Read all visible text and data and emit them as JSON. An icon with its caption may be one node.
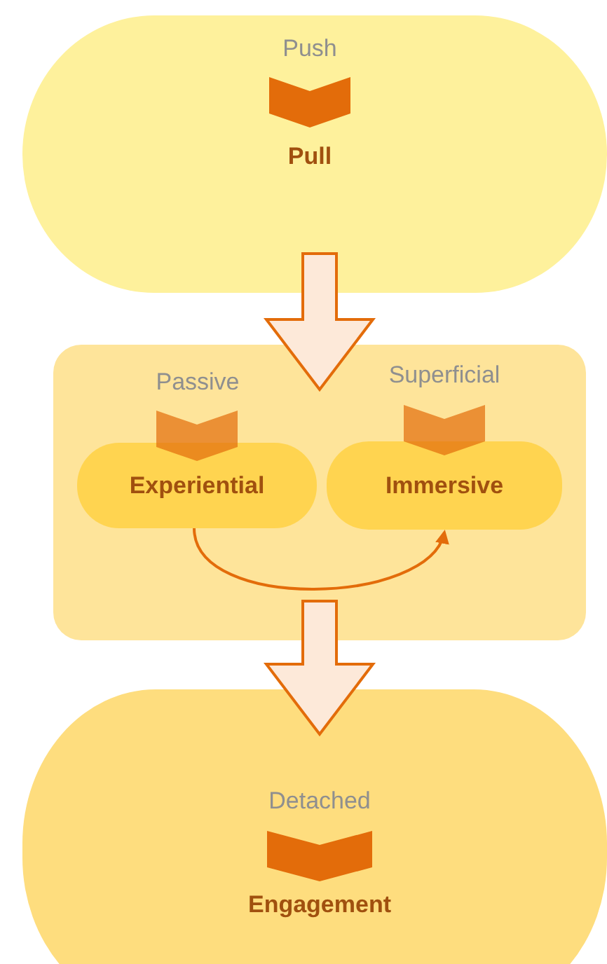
{
  "diagram": {
    "nodes": [
      {
        "text": [],
        "shape": "box"
      },
      {
        "text": [
          "Push"
        ],
        "in": 0
      },
      {
        "text": [
          "Pull"
        ],
        "in": 0
      },
      {
        "text": [],
        "shape": "box"
      },
      {
        "text": [
          "Passive"
        ],
        "in": 3
      },
      {
        "text": [
          "Experiential"
        ],
        "in": 3
      },
      {
        "text": [
          "Superficial"
        ],
        "in": 3
      },
      {
        "text": [
          "Immersive"
        ],
        "in": 3
      },
      {
        "text": [],
        "shape": "box"
      },
      {
        "text": [
          "Detached"
        ],
        "in": 8
      },
      {
        "text": [
          "Engagement"
        ],
        "in": 8
      }
    ],
    "edges": [
      {
        "from": 1,
        "to": 2,
        "arrow": "to"
      },
      {
        "from": 0,
        "to": 3,
        "arrow": "to",
        "style": "thick"
      },
      {
        "from": 4,
        "to": 5,
        "arrow": "to"
      },
      {
        "from": 6,
        "to": 7,
        "arrow": "to"
      },
      {
        "from": 5,
        "to": 7,
        "arrow": "to"
      },
      {
        "from": 3,
        "to": 8,
        "arrow": "to",
        "style": "thick"
      },
      {
        "from": 9,
        "to": 10,
        "arrow": "to"
      }
    ]
  }
}
